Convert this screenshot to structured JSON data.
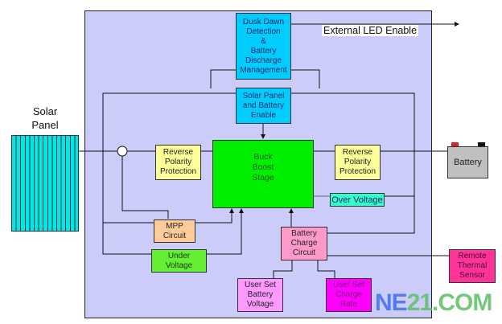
{
  "diagram": {
    "title": "Solar charge controller block diagram",
    "external_labels": {
      "solar_panel": "Solar\nPanel",
      "external_led_enable": "External LED Enable"
    },
    "blocks": {
      "dusk_dawn": "Dusk Dawn\nDetection\n&\nBattery\nDischarge\nManagement",
      "solar_battery_enable": "Solar Panel\nand Battery\nEnable",
      "reverse_polarity_in": "Reverse\nPolarity\nProtection",
      "buck_boost": "Buck\nBoost\nStage",
      "reverse_polarity_out": "Reverse\nPolarity\nProtection",
      "battery": "Battery",
      "over_voltage": "Over Voltage",
      "mpp_circuit": "MPP\nCircuit",
      "under_voltage": "Under\nVoltage",
      "battery_charge_circuit": "Battery\nCharge\nCircuit",
      "remote_thermal_sensor": "Remote\nThermal\nSensor",
      "user_set_battery_voltage": "User Set\nBattery\nVoltage",
      "user_set_charge_rate": "User Set\nCharge\nRate"
    },
    "colors": {
      "panel_background": "#ccccfb",
      "control_blocks": "#00ccff",
      "protection_blocks": "#ffff99",
      "power_stage": "#00ee00",
      "battery_terminal_positive": "#cc2233",
      "battery_terminal_negative": "#111111"
    }
  },
  "watermark": {
    "part1": "NE",
    "part2": "21.COM"
  }
}
